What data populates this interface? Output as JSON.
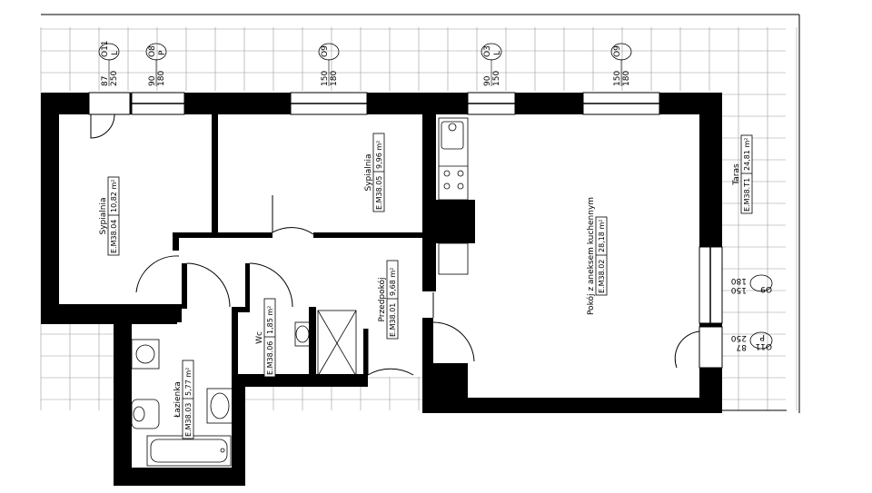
{
  "rooms": [
    {
      "id": "sypialnia-1",
      "name": "Sypialnia",
      "code": "E.M38.04",
      "area": "10,82 m²"
    },
    {
      "id": "sypialnia-2",
      "name": "Sypialnia",
      "code": "E.M38.05",
      "area": "9,96 m²"
    },
    {
      "id": "pokoj-kuchnia",
      "name": "Pokój z aneksem kuchennym",
      "code": "E.M38.02",
      "area": "28,18 m²"
    },
    {
      "id": "taras",
      "name": "Taras",
      "code": "E.M38.T1",
      "area": "24,81 m²"
    },
    {
      "id": "przedpokoj",
      "name": "Przedpokój",
      "code": "E.M38.01",
      "area": "9,68 m²"
    },
    {
      "id": "wc",
      "name": "Wc",
      "code": "E.M38.06",
      "area": "1,85 m²"
    },
    {
      "id": "lazienka",
      "name": "Łazienka",
      "code": "E.M38.03",
      "area": "5,77 m²"
    }
  ],
  "openings_top": [
    {
      "id": "door-top",
      "w": "87",
      "h": "250",
      "code": "O11",
      "side": "L"
    },
    {
      "id": "win-1",
      "w": "90",
      "h": "180",
      "code": "O8",
      "side": "P"
    },
    {
      "id": "win-2",
      "w": "150",
      "h": "180",
      "code": "O9",
      "side": ""
    },
    {
      "id": "win-3",
      "w": "90",
      "h": "150",
      "code": "O3",
      "side": "L"
    },
    {
      "id": "win-4",
      "w": "150",
      "h": "180",
      "code": "O9",
      "side": ""
    }
  ],
  "openings_right": [
    {
      "id": "win-right",
      "w": "150",
      "h": "180",
      "code": "O9",
      "side": ""
    },
    {
      "id": "door-right",
      "w": "87",
      "h": "250",
      "code": "O11",
      "side": "P"
    }
  ]
}
